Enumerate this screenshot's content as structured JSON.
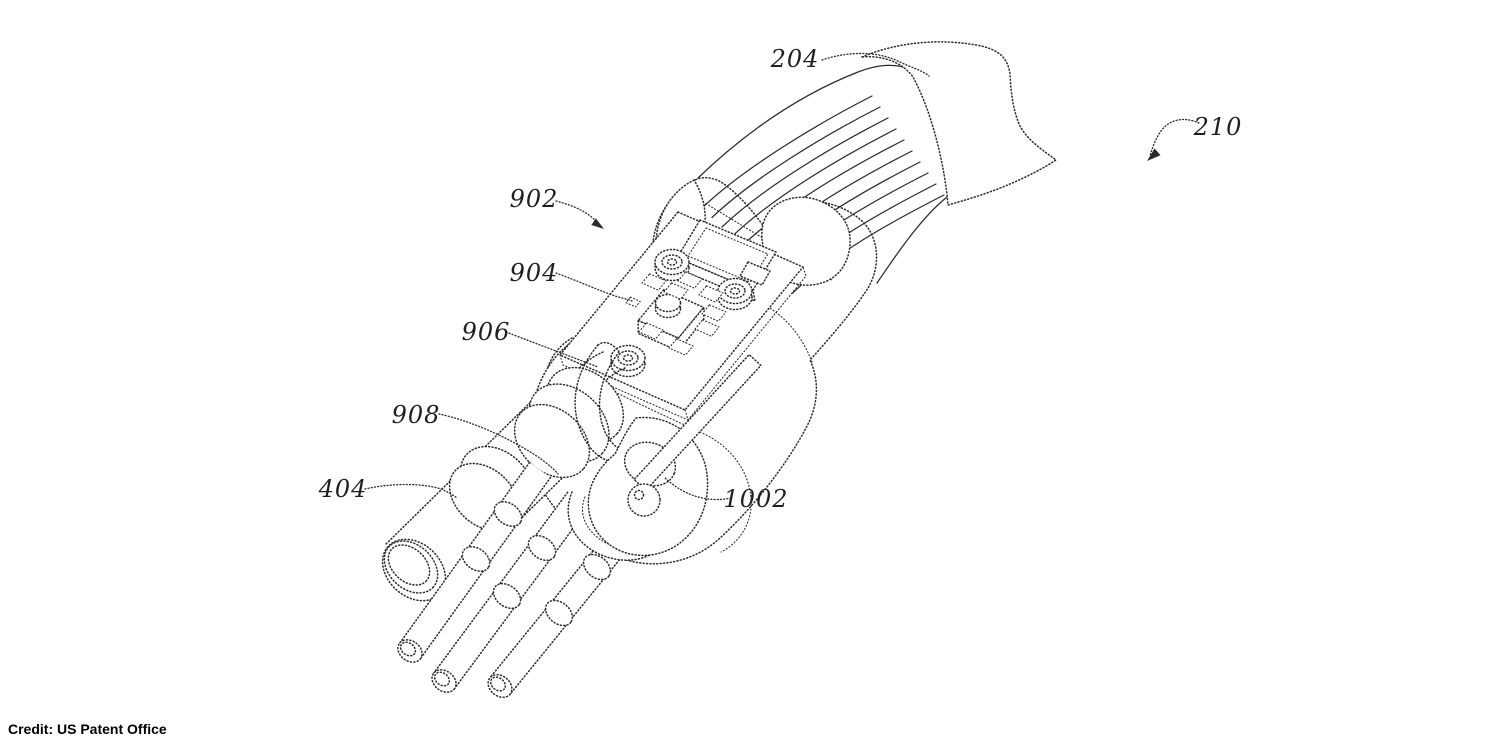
{
  "page": {
    "background": "#ffffff",
    "credit": "Credit: US Patent Office"
  },
  "figure": {
    "type": "patent-line-drawing",
    "ink_color": "#2b2b2b",
    "reference_labels": {
      "l204": "204",
      "l210": "210",
      "l902": "902",
      "l904": "904",
      "l906": "906",
      "l908": "908",
      "l404": "404",
      "l1002": "1002"
    },
    "leader_arrows": [
      "210",
      "902"
    ]
  }
}
